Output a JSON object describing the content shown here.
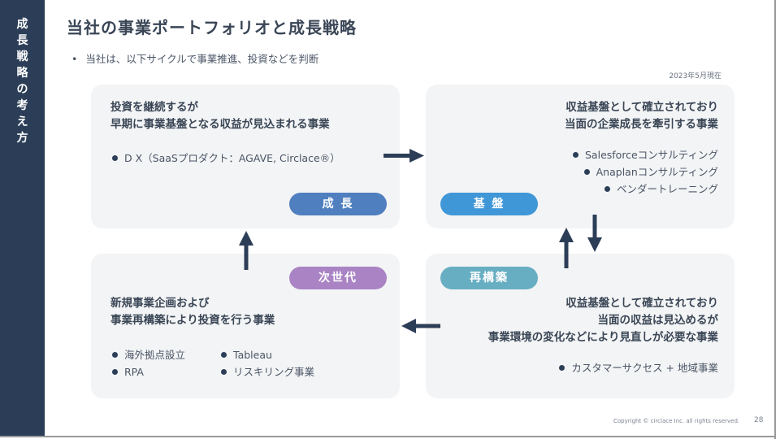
{
  "sidebar": {
    "chars": [
      "成",
      "長",
      "戦",
      "略",
      "の",
      "考",
      "え",
      "方"
    ]
  },
  "header": {
    "title": "当社の事業ポートフォリオと成長戦略",
    "subtitle_bullet": "•",
    "subtitle": "当社は、以下サイクルで事業推進、投資などを判断",
    "as_of": "2023年5月現在"
  },
  "cards": {
    "growth": {
      "label": "成 長",
      "color": "#4f7fbf",
      "heading": [
        "投資を継続するが",
        "早期に事業基盤となる収益が見込まれる事業"
      ],
      "items": [
        "D X（SaaSプロダクト：AGAVE, Circlace®）"
      ]
    },
    "base": {
      "label": "基 盤",
      "color": "#3f97d8",
      "heading": [
        "収益基盤として確立されており",
        "当面の企業成長を牽引する事業"
      ],
      "items": [
        "Salesforceコンサルティング",
        "Anaplanコンサルティング",
        "ベンダートレーニング"
      ]
    },
    "next": {
      "label": "次世代",
      "color": "#a983c4",
      "heading": [
        "新規事業企画および",
        "事業再構築により投資を行う事業"
      ],
      "items": [
        "海外拠点設立",
        "RPA",
        "Tableau",
        "リスキリング事業"
      ]
    },
    "rebuild": {
      "label": "再構築",
      "color": "#67aec2",
      "heading": [
        "収益基盤として確立されており",
        "当面の収益は見込めるが",
        "事業環境の変化などにより見直しが必要な事業"
      ],
      "items": [
        "カスタマーサクセス + 地域事業"
      ]
    }
  },
  "arrow_color": "#2c3e57",
  "footer": {
    "copyright": "Copyright © circlace Inc. all rights reserved.",
    "page": "28"
  }
}
